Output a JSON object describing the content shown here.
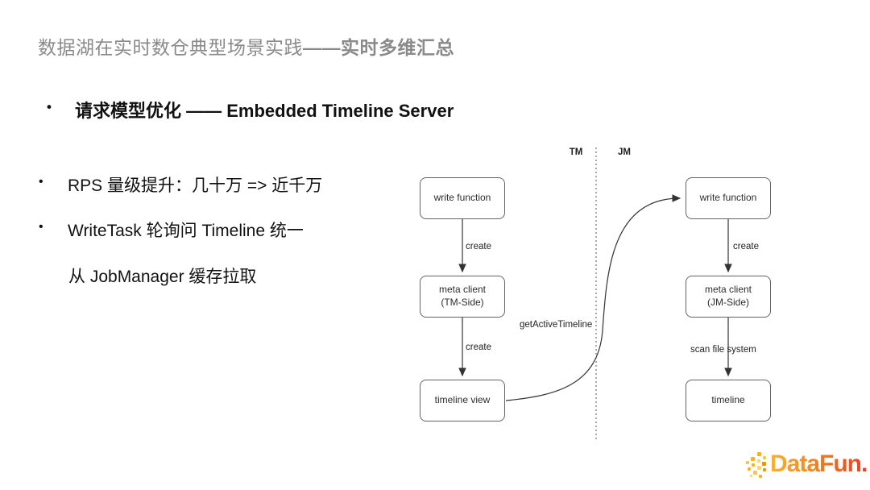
{
  "colors": {
    "title_gray": "#8a8a8a",
    "text_black": "#111111",
    "diagram_stroke": "#636363",
    "logo_orange_from": "#f9b233",
    "logo_orange_to": "#ee3d23"
  },
  "header": {
    "title_regular": "数据湖在实时数仓典型场景实践",
    "title_bold": "——实时多维汇总"
  },
  "content": {
    "bullet_char": "•",
    "heading": "请求模型优化 —— Embedded Timeline Server",
    "bullets": [
      {
        "text": "RPS 量级提升：几十万 => 近千万"
      },
      {
        "text": "WriteTask 轮询问 Timeline 统一"
      },
      {
        "text": "从 JobManager 缓存拉取"
      }
    ]
  },
  "diagram": {
    "lanes": {
      "left": "TM",
      "right": "JM"
    },
    "tm_boxes": [
      {
        "label": "write function",
        "sub": ""
      },
      {
        "label": "meta client",
        "sub": "(TM-Side)"
      },
      {
        "label": "timeline view",
        "sub": ""
      }
    ],
    "jm_boxes": [
      {
        "label": "write function",
        "sub": ""
      },
      {
        "label": "meta client",
        "sub": "(JM-Side)"
      },
      {
        "label": "timeline",
        "sub": ""
      }
    ],
    "edges": {
      "tm_create_top": "create",
      "tm_create_bottom": "create",
      "jm_create": "create",
      "jm_scan": "scan file system",
      "cross_call": "getActiveTimeline"
    }
  },
  "footer": {
    "logo_text": "DataFun."
  }
}
